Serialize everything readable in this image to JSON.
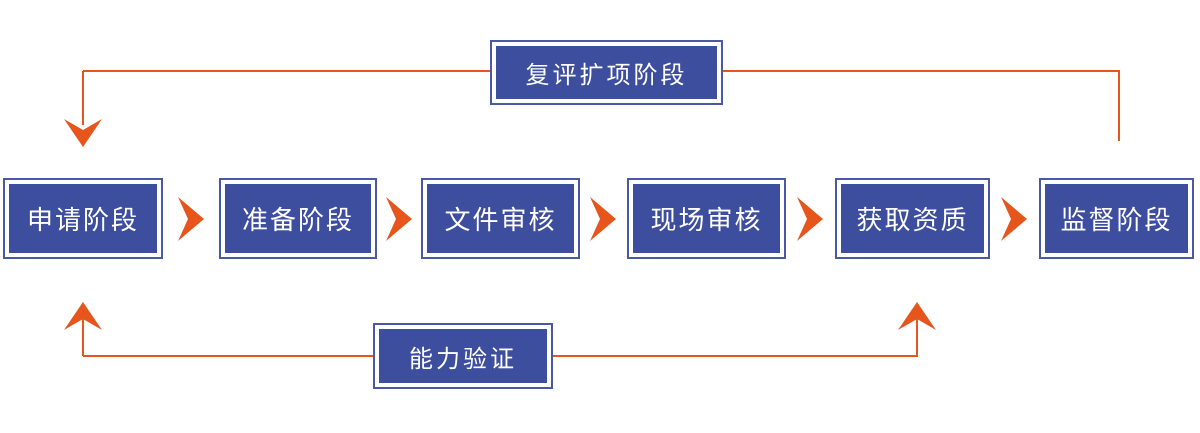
{
  "diagram": {
    "steps": [
      "申请阶段",
      "准备阶段",
      "文件审核",
      "现场审核",
      "获取资质",
      "监督阶段"
    ],
    "top_loop": {
      "label": "复评扩项阶段"
    },
    "bottom_loop": {
      "label": "能力验证"
    }
  },
  "colors": {
    "node-fill": "#3E4E9F",
    "node-border": "#4A58A8",
    "arrow": "#E6551C",
    "node-text": "#FFFFFF",
    "background": "#FFFFFF"
  }
}
